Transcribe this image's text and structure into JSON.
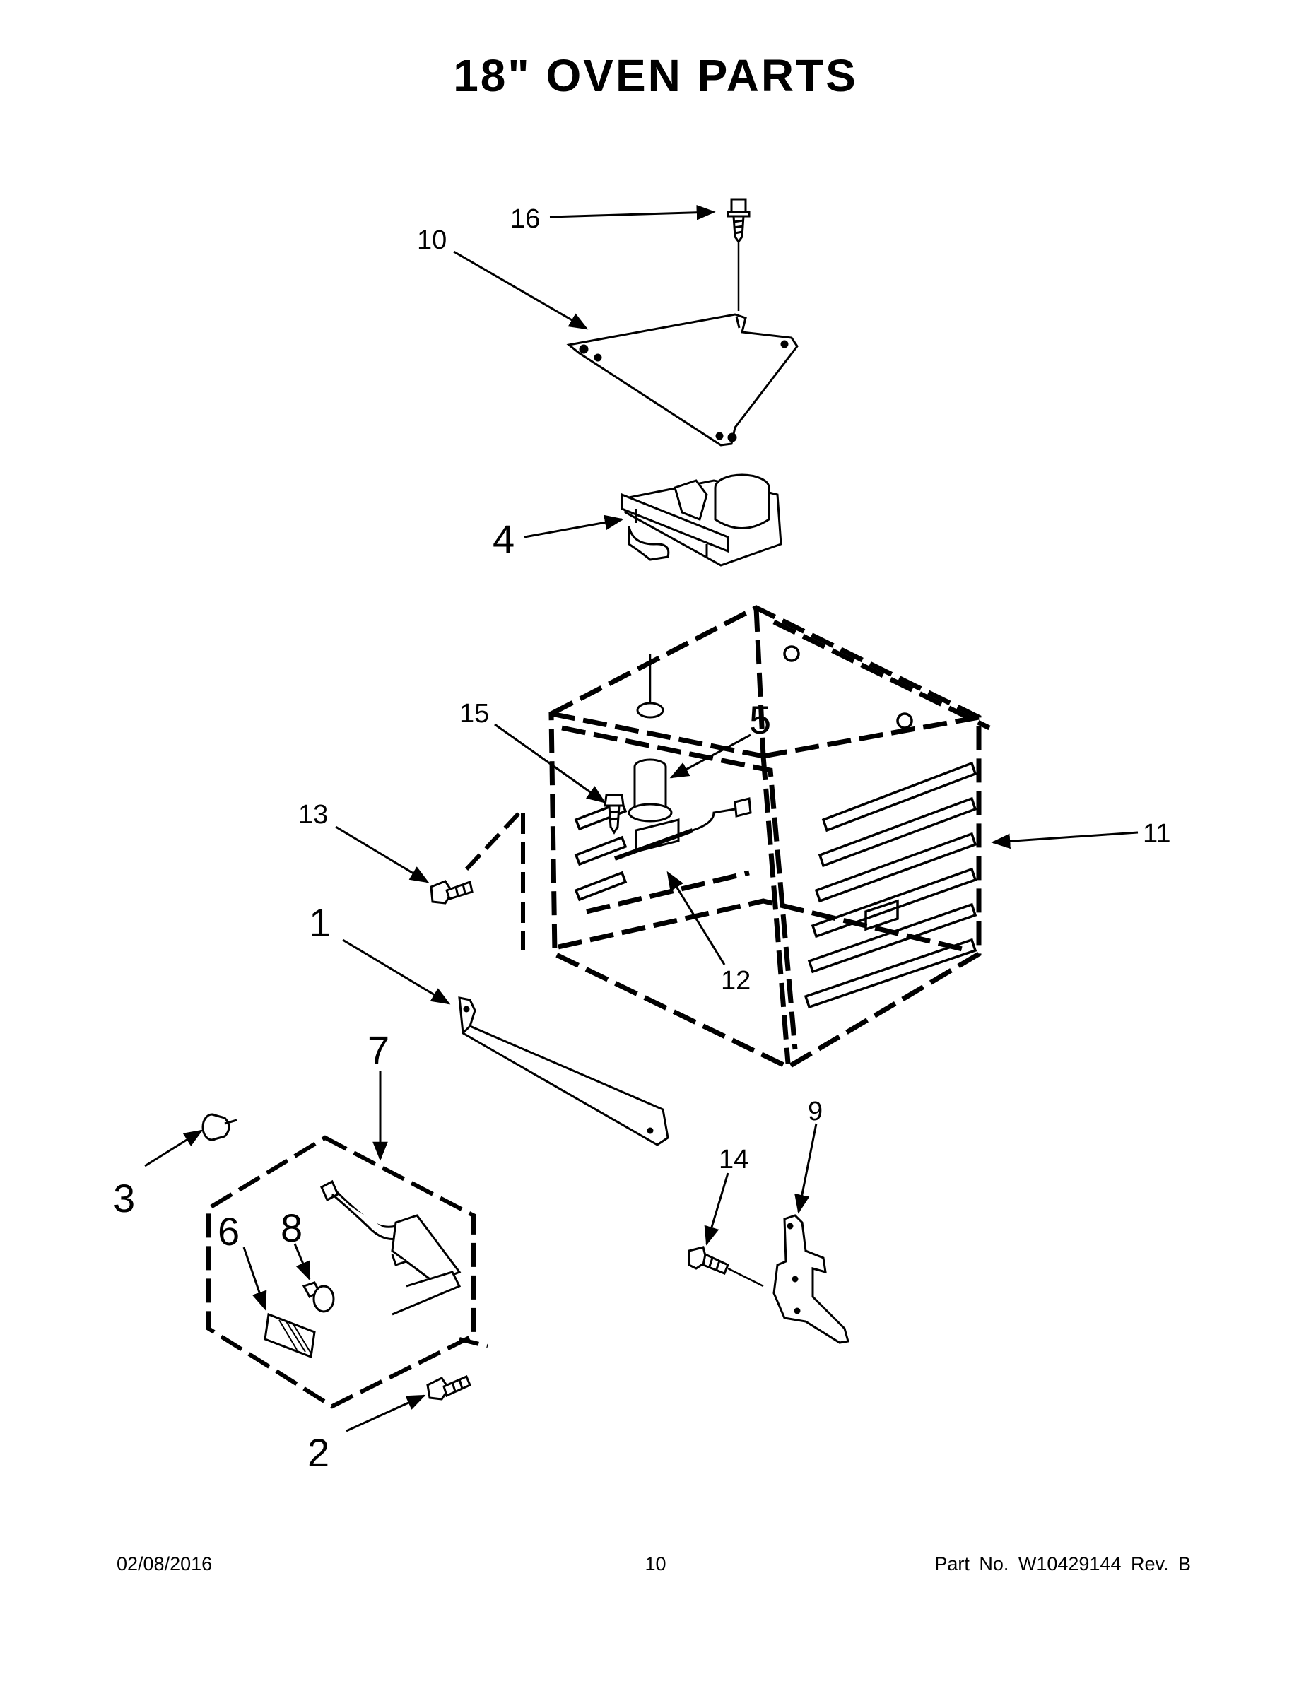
{
  "title": "18\" OVEN PARTS",
  "callouts": [
    {
      "id": "1",
      "label": "1"
    },
    {
      "id": "2",
      "label": "2"
    },
    {
      "id": "3",
      "label": "3"
    },
    {
      "id": "4",
      "label": "4"
    },
    {
      "id": "5",
      "label": "5"
    },
    {
      "id": "6",
      "label": "6"
    },
    {
      "id": "7",
      "label": "7"
    },
    {
      "id": "8",
      "label": "8"
    },
    {
      "id": "9",
      "label": "9"
    },
    {
      "id": "10",
      "label": "10"
    },
    {
      "id": "11",
      "label": "11"
    },
    {
      "id": "12",
      "label": "12"
    },
    {
      "id": "13",
      "label": "13"
    },
    {
      "id": "14",
      "label": "14"
    },
    {
      "id": "15",
      "label": "15"
    },
    {
      "id": "16",
      "label": "16"
    }
  ],
  "footer": {
    "date": "02/08/2016",
    "page": "10",
    "part": "Part No.  W10429144  Rev.  B"
  }
}
